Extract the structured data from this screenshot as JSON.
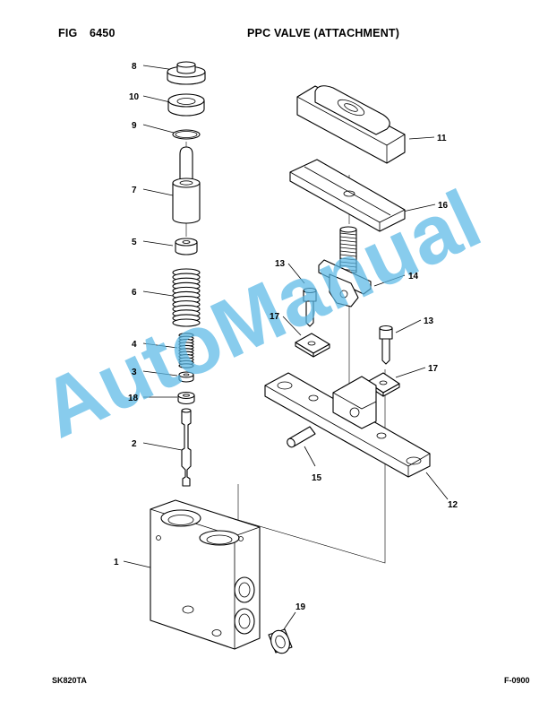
{
  "header": {
    "fig_label": "FIG",
    "fig_number": "6450",
    "title": "PPC VALVE (ATTACHMENT)"
  },
  "footer": {
    "model": "SK820TA",
    "page_id": "F-0900"
  },
  "watermark": {
    "text": "AutoManual",
    "color": "#5ab8e6"
  },
  "callouts": [
    "8",
    "10",
    "9",
    "7",
    "5",
    "6",
    "4",
    "3",
    "18",
    "2",
    "1",
    "11",
    "16",
    "13",
    "14",
    "17",
    "13",
    "17",
    "15",
    "12",
    "19"
  ]
}
